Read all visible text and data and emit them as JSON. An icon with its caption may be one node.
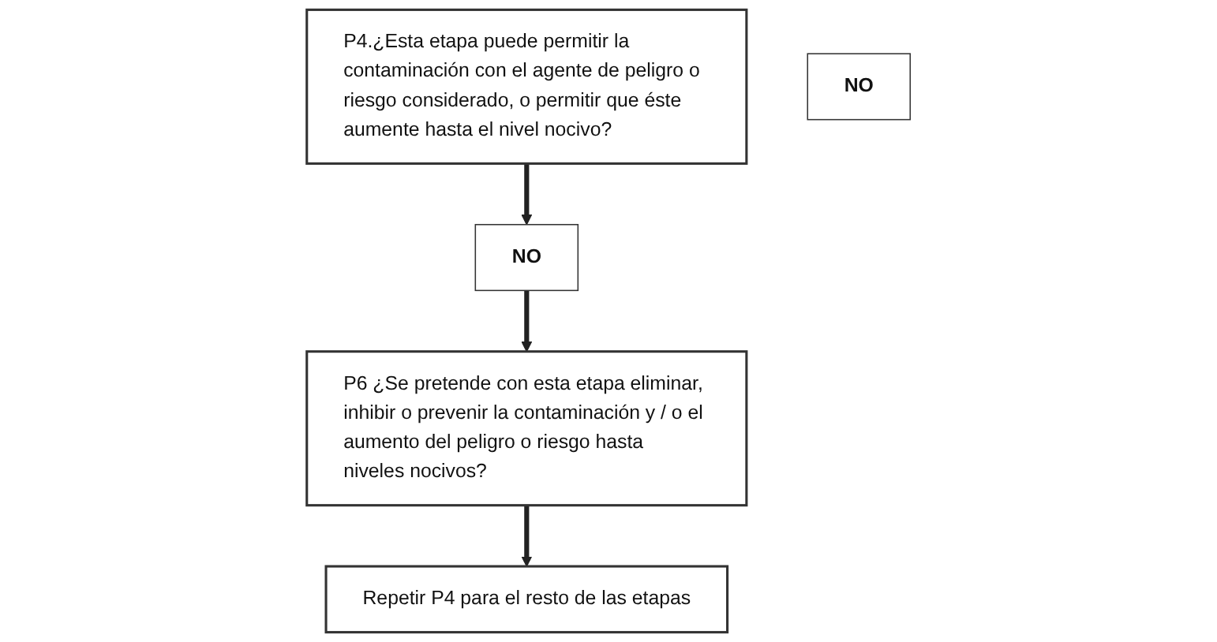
{
  "diagram": {
    "nodes": [
      {
        "text": [
          "P4.¿Esta etapa puede permitir la contaminación con el agente de peligro o riesgo considerado, o permitir que éste aumente hasta el nivel nocivo?"
        ]
      },
      {
        "text": [
          "NO"
        ]
      },
      {
        "text": [
          "P6 ¿Se pretende con esta etapa eliminar, inhibir o prevenir la contaminación y / o el aumento del peligro o riesgo hasta niveles nocivos?"
        ]
      },
      {
        "text": [
          "NO"
        ]
      },
      {
        "text": [
          "Repetir P4 para el resto de las etapas"
        ]
      }
    ],
    "edges": [
      {
        "from": 0,
        "to": 1,
        "arrow": "to"
      },
      {
        "from": 1,
        "to": 2,
        "arrow": "to"
      },
      {
        "from": 2,
        "to": 4,
        "arrow": "to"
      }
    ]
  }
}
